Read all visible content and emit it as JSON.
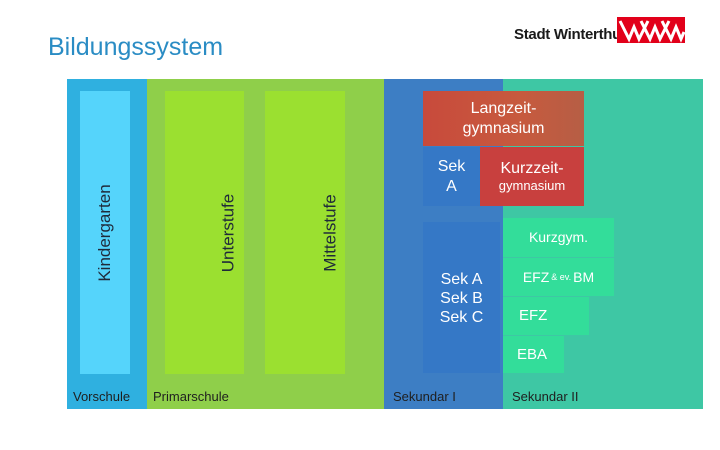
{
  "header": {
    "title": "Bildungssystem",
    "logo_text": "Stadt Winterthur"
  },
  "diagram": {
    "kindergarten": "Kindergarten",
    "unterstufe": "Unterstufe",
    "mittelstufe": "Mittelstufe",
    "langzeit_line1": "Langzeit-",
    "langzeit_line2": "gymnasium",
    "sek_a_line1": "Sek",
    "sek_a_line2": "A",
    "kurzzeit_line1": "Kurzzeit-",
    "kurzzeit_line2": "gymnasium",
    "kurzgym": "Kurzgym.",
    "sek_a": "Sek A",
    "sek_b": "Sek B",
    "sek_c": "Sek C",
    "efz_main": "EFZ",
    "efz_small": "& ev.",
    "efz_bm": "BM",
    "efz": "EFZ",
    "eba": "EBA",
    "stage_vorschule": "Vorschule",
    "stage_primarschule": "Primarschule",
    "stage_sekundar1": "Sekundar I",
    "stage_sekundar2": "Sekundar II"
  },
  "colors": {
    "title": "#2a8cc4",
    "kindergarten_bg": "#2fb0e0",
    "kindergarten_bar": "#55d4fb",
    "primar_bg": "#8fcf4a",
    "primar_bar": "#9be030",
    "sek1_bg": "#3d7ec4",
    "sek1_bar": "#3578c6",
    "sek2_bg": "#3ec7a4",
    "langzeit": "#c84a3c",
    "kurzzeit": "#c8403e",
    "green_box": "#33dd9a"
  }
}
